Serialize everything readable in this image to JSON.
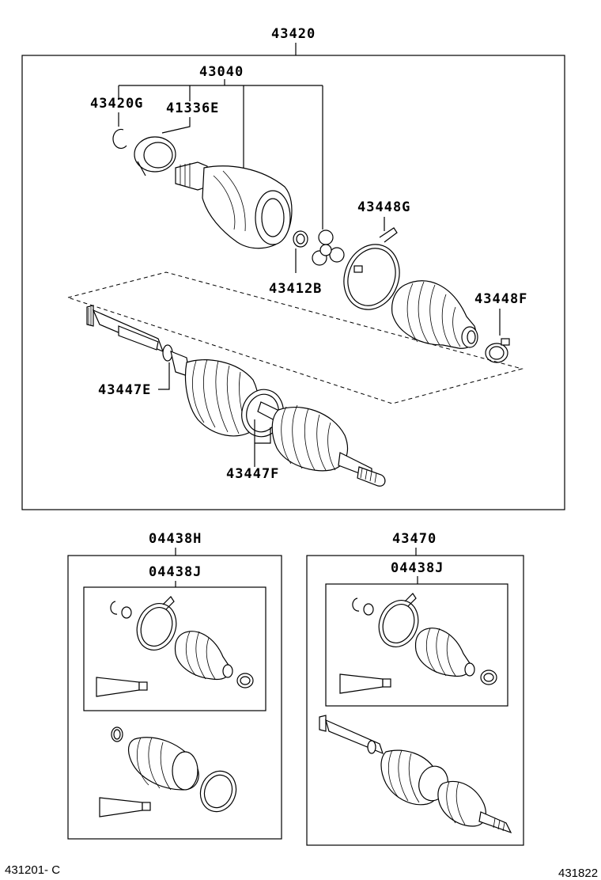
{
  "labels": {
    "assembly_main": "43420",
    "outer_joint_assy": "43040",
    "snap_ring": "43420G",
    "dust_deflector": "41336E",
    "boot_clamp_large": "43448G",
    "tripod_ring": "43412B",
    "boot_clamp_small": "43448F",
    "inner_clamp_e": "43447E",
    "inner_clamp_f": "43447F",
    "kit_left_outer": "04438H",
    "kit_left_inner": "04438J",
    "kit_right_outer": "43470",
    "kit_right_inner": "04438J"
  },
  "footer": {
    "left_code": "431201- C",
    "right_code": "431822"
  }
}
